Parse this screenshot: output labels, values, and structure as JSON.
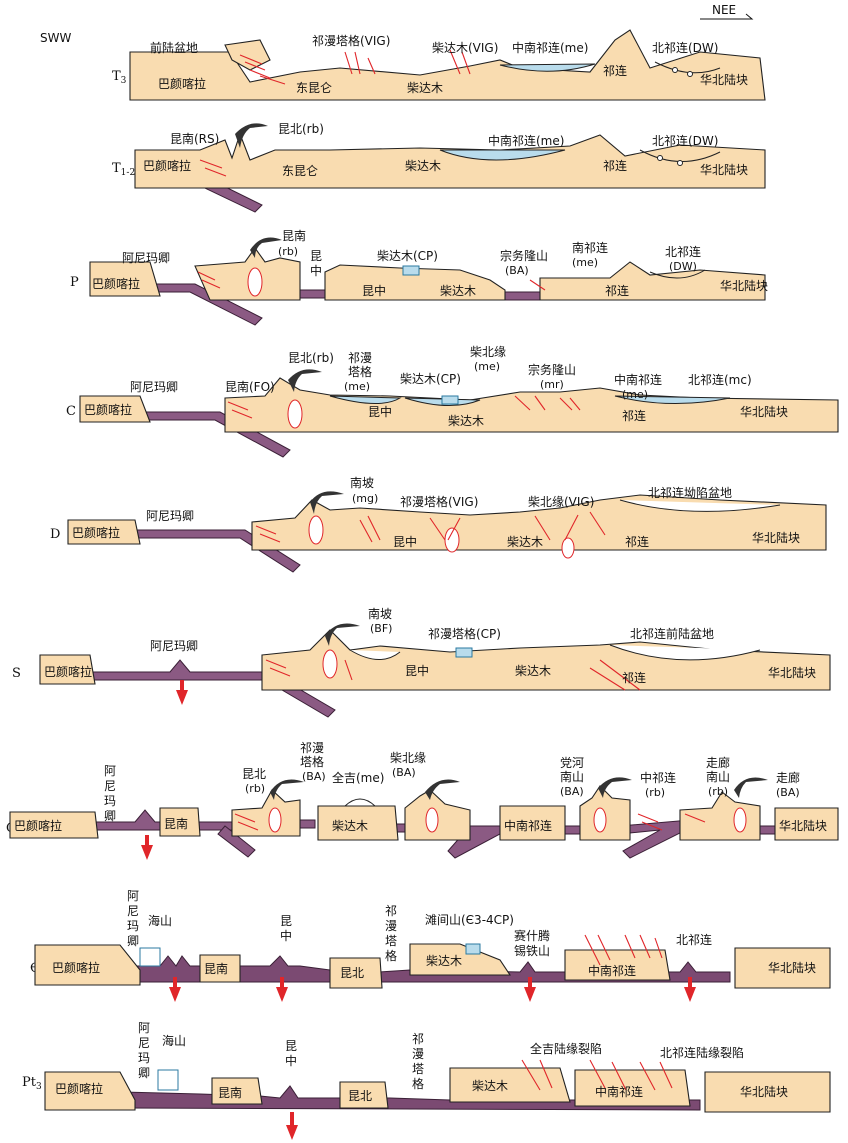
{
  "orientation": {
    "left": "SWW",
    "right": "NEE"
  },
  "sections": [
    {
      "era": "T3",
      "era_base": "T",
      "era_sub": "3",
      "labels": [
        "前陆盆地",
        "祁漫塔格(VIG)",
        "柴达木(VIG)",
        "中南祁连(me)",
        "北祁连(DW)",
        "巴颜喀拉",
        "东昆仑",
        "柴达木",
        "祁连",
        "华北陆块"
      ]
    },
    {
      "era": "T1-2",
      "era_base": "T",
      "era_sub": "1-2",
      "labels": [
        "昆南(RS)",
        "昆北(rb)",
        "中南祁连(me)",
        "北祁连(DW)",
        "巴颜喀拉",
        "东昆仑",
        "柴达木",
        "祁连",
        "华北陆块"
      ]
    },
    {
      "era": "P",
      "labels": [
        "阿尼玛卿",
        "昆南",
        "(rb)",
        "昆",
        "中",
        "柴达木(CP)",
        "宗务隆山",
        "(BA)",
        "南祁连",
        "(me)",
        "北祁连",
        "(DW)",
        "巴颜喀拉",
        "昆中",
        "柴达木",
        "祁连",
        "华北陆块"
      ]
    },
    {
      "era": "C",
      "labels": [
        "阿尼玛卿",
        "昆南(FO)",
        "昆北(rb)",
        "祁漫",
        "塔格",
        "(me)",
        "柴达木(CP)",
        "柴北缘",
        "(me)",
        "宗务隆山",
        "(mr)",
        "中南祁连",
        "(me)",
        "北祁连(mc)",
        "巴颜喀拉",
        "昆中",
        "柴达木",
        "祁连",
        "华北陆块"
      ]
    },
    {
      "era": "D",
      "labels": [
        "阿尼玛卿",
        "南坡",
        "(mg)",
        "祁漫塔格(VIG)",
        "柴北缘(VIG)",
        "北祁连坳陷盆地",
        "巴颜喀拉",
        "昆中",
        "柴达木",
        "祁连",
        "华北陆块"
      ]
    },
    {
      "era": "S",
      "labels": [
        "阿尼玛卿",
        "南坡",
        "(BF)",
        "祁漫塔格(CP)",
        "北祁连前陆盆地",
        "巴颜喀拉",
        "昆中",
        "柴达木",
        "祁连",
        "华北陆块"
      ]
    },
    {
      "era": "O",
      "labels": [
        "阿",
        "尼",
        "玛",
        "卿",
        "祁漫",
        "塔格",
        "(BA)",
        "柴北缘",
        "(BA)",
        "党河",
        "南山",
        "(BA)",
        "走廊",
        "南山",
        "(rb)",
        "走廊",
        "(BA)",
        "昆北",
        "(rb)",
        "全吉(me)",
        "中祁连",
        "(rb)",
        "巴颜喀拉",
        "昆南",
        "柴达木",
        "中南祁连",
        "华北陆块"
      ]
    },
    {
      "era": "Є",
      "labels": [
        "阿",
        "尼",
        "玛",
        "卿",
        "海山",
        "昆",
        "中",
        "祁",
        "漫",
        "塔",
        "格",
        "滩间山(Є3-4CP)",
        "赛什腾",
        "锡铁山",
        "北祁连",
        "巴颜喀拉",
        "昆南",
        "昆北",
        "柴达木",
        "中南祁连",
        "华北陆块"
      ]
    },
    {
      "era": "Pt3",
      "era_base": "Pt",
      "era_sub": "3",
      "labels": [
        "阿",
        "尼",
        "玛",
        "卿",
        "海山",
        "昆",
        "中",
        "祁",
        "漫",
        "塔",
        "格",
        "全吉陆缘裂陷",
        "北祁连陆缘裂陷",
        "巴颜喀拉",
        "昆南",
        "昆北",
        "柴达木",
        "中南祁连",
        "华北陆块"
      ]
    }
  ],
  "colors": {
    "continent": "#f9dcb0",
    "slab": "#8b5a83",
    "fault": "#e0262a",
    "sea": "#b9dcec",
    "volcano": "#333333"
  }
}
